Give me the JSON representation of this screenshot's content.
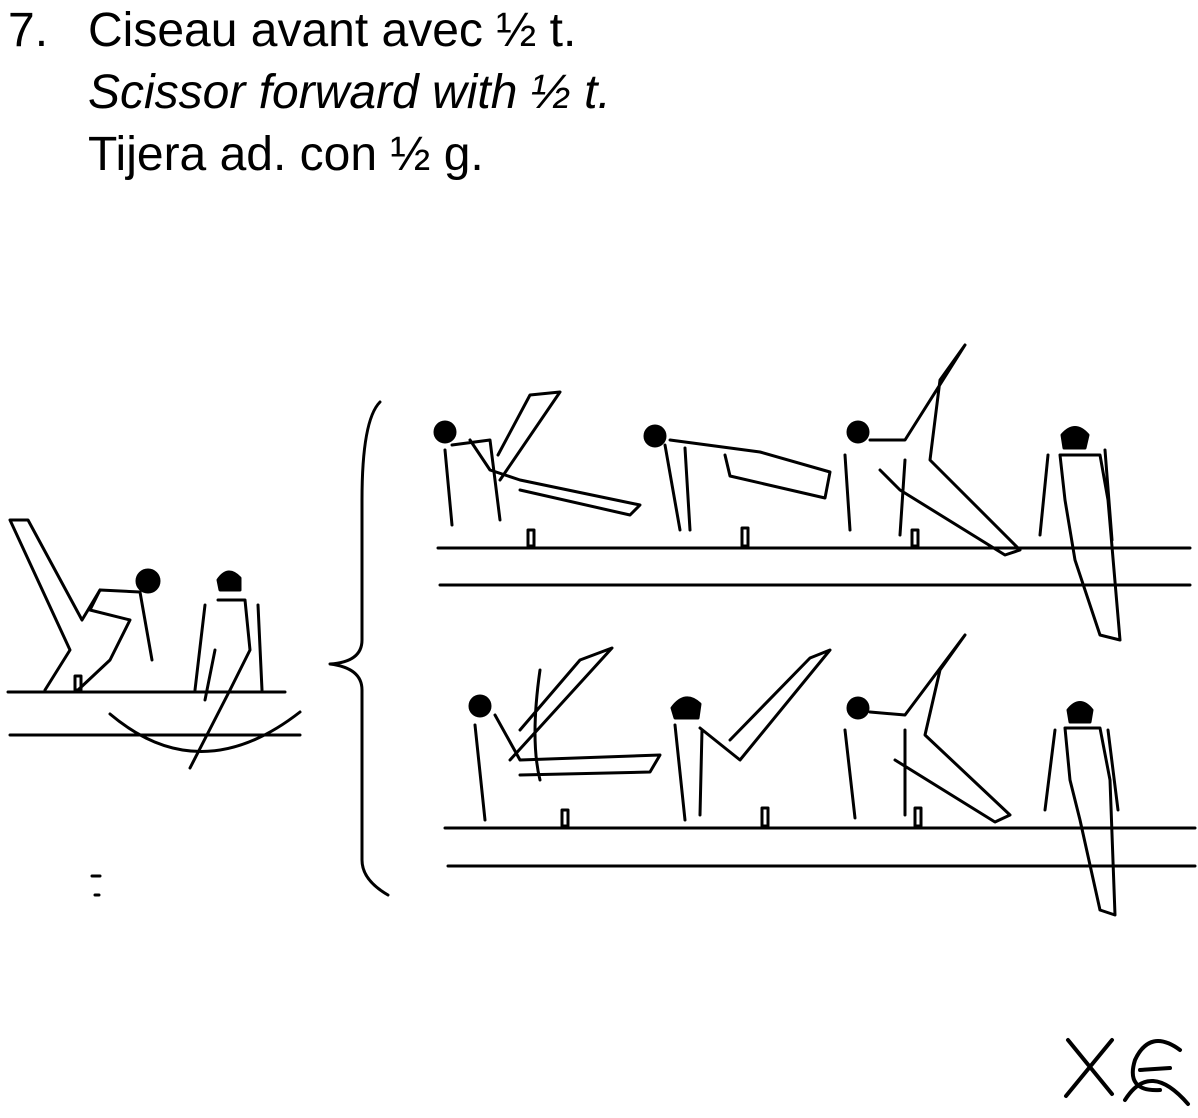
{
  "element": {
    "number": "7.",
    "name_fr": "Ciseau avant avec ½ t.",
    "name_en": "Scissor forward with ½ t.",
    "name_es": "Tijera ad. con ½ g."
  },
  "illustration": {
    "description_icon": "pommel-horse-figure-sequence",
    "annotation": "XE"
  }
}
